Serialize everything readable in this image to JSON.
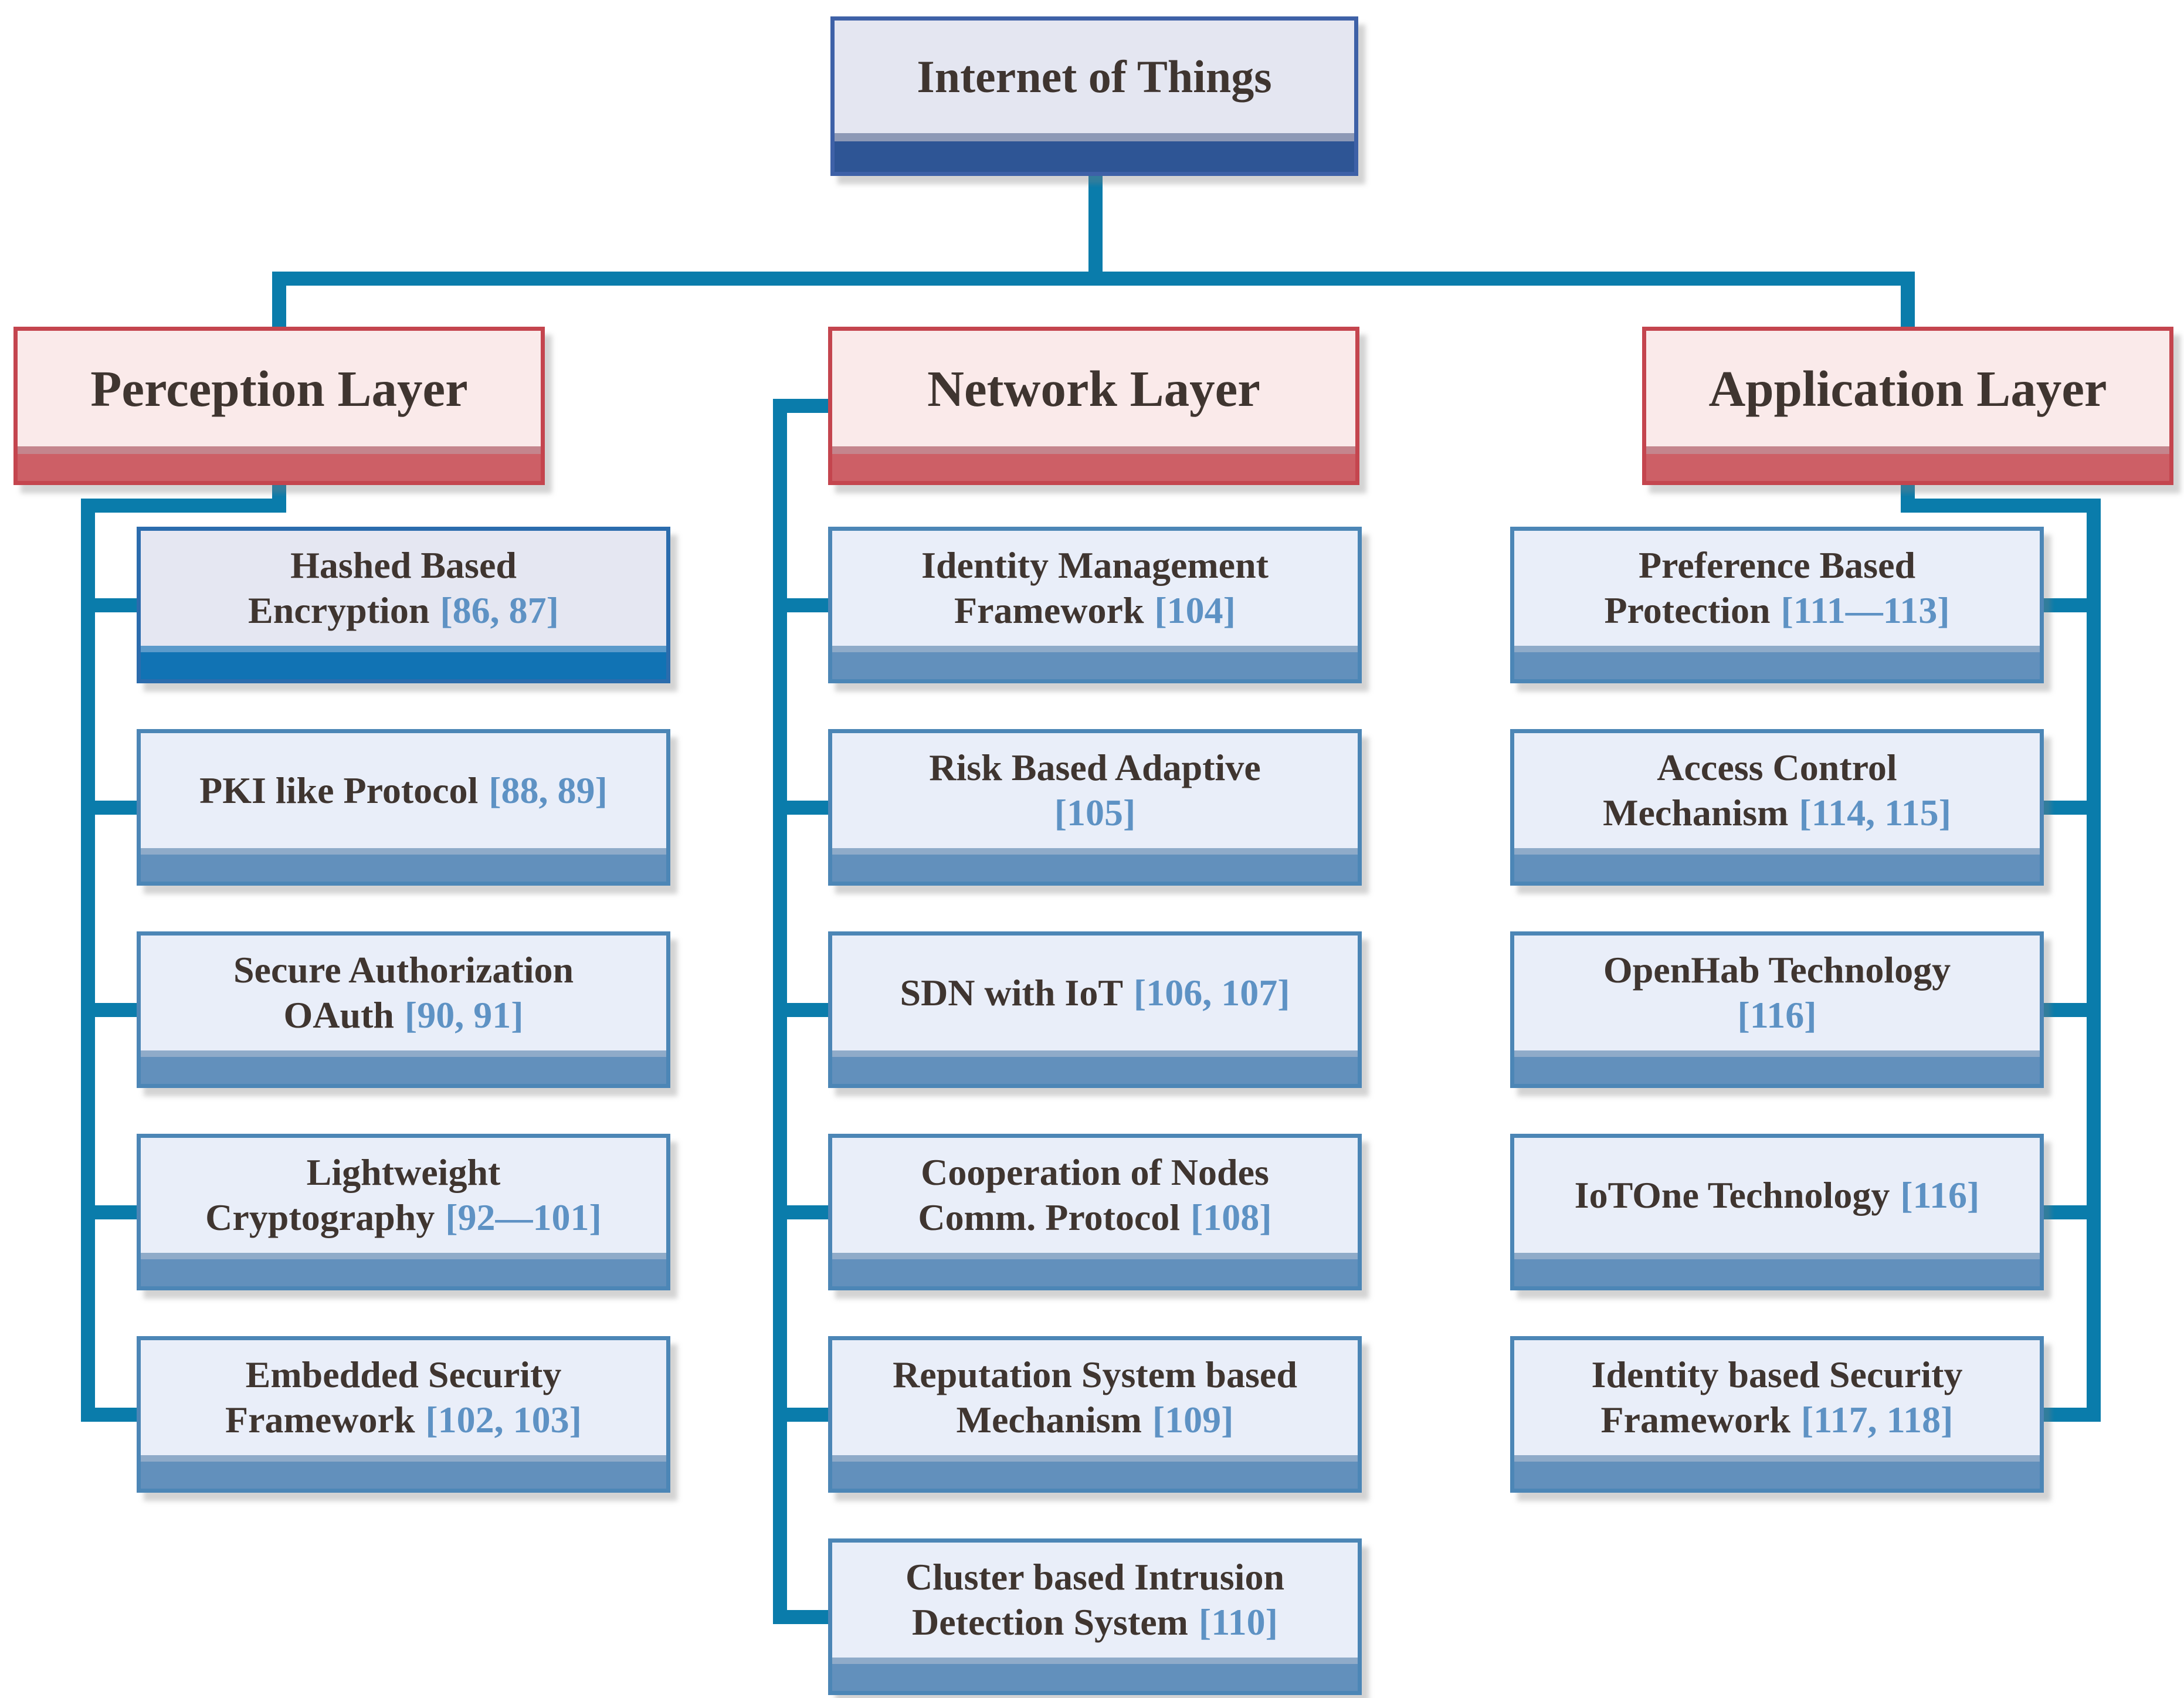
{
  "figure": {
    "root": {
      "label": "Internet of Things"
    },
    "columns": [
      {
        "header": {
          "label": "Perception Layer"
        },
        "children": [
          {
            "variant": "accent",
            "lines": [
              {
                "text": "Hashed Based"
              },
              {
                "text": "Encryption",
                "cite": "[86, 87]"
              }
            ]
          },
          {
            "lines": [
              {
                "text": "PKI like Protocol",
                "cite": "[88, 89]"
              }
            ]
          },
          {
            "lines": [
              {
                "text": "Secure Authorization"
              },
              {
                "text": "OAuth",
                "cite": "[90, 91]"
              }
            ]
          },
          {
            "lines": [
              {
                "text": "Lightweight"
              },
              {
                "text": "Cryptography",
                "cite": "[92—101]"
              }
            ]
          },
          {
            "lines": [
              {
                "text": "Embedded Security"
              },
              {
                "text": "Framework",
                "cite": "[102, 103]"
              }
            ]
          }
        ]
      },
      {
        "header": {
          "label": "Network Layer"
        },
        "children": [
          {
            "lines": [
              {
                "text": "Identity Management"
              },
              {
                "text": "Framework",
                "cite": "[104]"
              }
            ]
          },
          {
            "lines": [
              {
                "text": "Risk Based Adaptive"
              },
              {
                "cite": "[105]"
              }
            ]
          },
          {
            "lines": [
              {
                "text": "SDN with IoT",
                "cite": "[106, 107]"
              }
            ]
          },
          {
            "lines": [
              {
                "text": "Cooperation of Nodes"
              },
              {
                "text": "Comm. Protocol",
                "cite": "[108]"
              }
            ]
          },
          {
            "lines": [
              {
                "text": "Reputation System based"
              },
              {
                "text": "Mechanism",
                "cite": "[109]"
              }
            ]
          },
          {
            "lines": [
              {
                "text": "Cluster based Intrusion"
              },
              {
                "text": "Detection System",
                "cite": "[110]"
              }
            ]
          }
        ]
      },
      {
        "header": {
          "label": "Application Layer"
        },
        "children": [
          {
            "lines": [
              {
                "text": "Preference Based"
              },
              {
                "text": "Protection",
                "cite": "[111—113]"
              }
            ]
          },
          {
            "lines": [
              {
                "text": "Access Control"
              },
              {
                "text": "Mechanism",
                "cite": "[114, 115]"
              }
            ]
          },
          {
            "lines": [
              {
                "text": "OpenHab Technology"
              },
              {
                "cite": "[116]"
              }
            ]
          },
          {
            "lines": [
              {
                "text": "IoTOne Technology",
                "cite": "[116]"
              }
            ]
          },
          {
            "lines": [
              {
                "text": "Identity based Security"
              },
              {
                "text": "Framework",
                "cite": "[117, 118]"
              }
            ]
          }
        ]
      }
    ]
  },
  "colors": {
    "connector": "#0a7cab",
    "text": "#3f3530",
    "cite": "#5e92c4",
    "root": {
      "fill": "#e4e6f1",
      "border": "#3e61a7",
      "band": "#2e5595",
      "stripe": "#8d99b6"
    },
    "layer": {
      "fill": "#faeaea",
      "border": "#c4454e",
      "band": "#cd5f66",
      "stripe": "#c4858d"
    },
    "child": {
      "fill": "#e9eef9",
      "border": "#4c86b6",
      "band": "#6290bc",
      "stripe": "#8fabc9"
    },
    "accent_child": {
      "fill": "#e5e7f2",
      "border": "#2b6cad",
      "band": "#1173b4",
      "stripe": "#5c9bcb"
    }
  }
}
